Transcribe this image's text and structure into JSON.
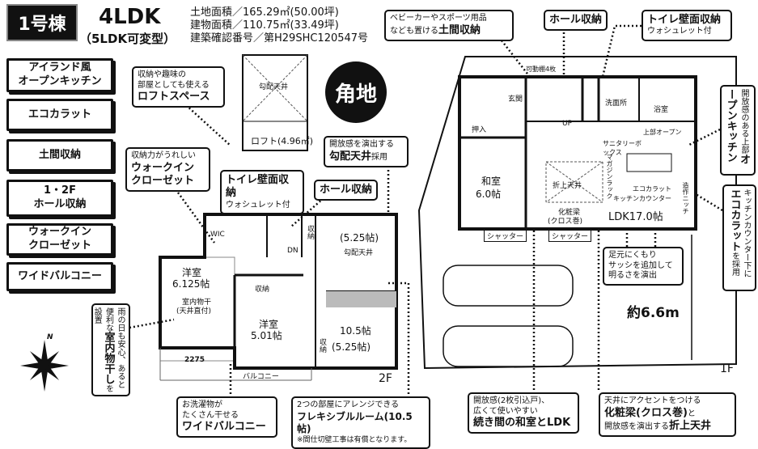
{
  "header": {
    "unit": "1号棟",
    "layout": "4LDK",
    "variant": "（5LDK可変型）",
    "land_area": "土地面積／165.29㎡(50.00坪)",
    "building_area": "建物面積／110.75㎡(33.49坪)",
    "permit": "建築確認番号／第H29SHC120547号",
    "corner_badge": "角地"
  },
  "features": [
    {
      "l1": "アイランド風",
      "l2": "オープンキッチン"
    },
    {
      "l1": "エコカラット",
      "l2": ""
    },
    {
      "l1": "土間収納",
      "l2": ""
    },
    {
      "l1": "1・2F",
      "l2": "ホール収納"
    },
    {
      "l1": "ウォークイン",
      "l2": "クローゼット"
    },
    {
      "l1": "ワイドバルコニー",
      "l2": ""
    }
  ],
  "callouts": {
    "loft": {
      "l1": "収納や趣味の",
      "l2": "部屋としても使える",
      "b": "ロフトスペース"
    },
    "doma": {
      "l1": "ベビーカーやスポーツ用品",
      "l2": "なども置ける",
      "b": "土間収納"
    },
    "hall1": {
      "b": "ホール収納"
    },
    "toilet1": {
      "b": "トイレ壁面収納",
      "l1": "ウォシュレット付"
    },
    "wic": {
      "l1": "収納力がうれしい",
      "b1": "ウォークイン",
      "b2": "クローゼット"
    },
    "toilet2": {
      "b": "トイレ壁面収納",
      "l1": "ウォシュレット付"
    },
    "hall2": {
      "b": "ホール収納"
    },
    "slope": {
      "l1": "開放感を演出する",
      "b": "勾配天井",
      "s": "採用"
    },
    "kitchen": {
      "l1": "開放感のある上部",
      "b": "オープンキッチン"
    },
    "ecocarat": {
      "l1": "キッチンカウンター下に",
      "b": "エコカラット",
      "s": "を採用"
    },
    "sash": {
      "l1": "足元にくもり",
      "l2": "サッシを追加して",
      "l3": "明るさを演出"
    },
    "drying": {
      "l1": "雨の日も安心、",
      "l2": "あると便利な",
      "b": "室内物干し",
      "s": "を設置"
    },
    "balcony": {
      "l1": "お洗濯物が",
      "l2": "たくさん干せる",
      "b": "ワイドバルコニー"
    },
    "flex": {
      "l1": "2つの部屋にアレンジできる",
      "b": "フレキシブルルーム(10.5帖)",
      "n": "※間仕切壁工事は有償となります。"
    },
    "washitsu": {
      "l1": "開放感(2枚引込戸)、",
      "l2": "広くて使いやすい",
      "b": "続き間の和室とLDK"
    },
    "beam": {
      "l1": "天井にアクセントをつける",
      "b": "化粧梁(クロス巻)",
      "s": "と",
      "l2": "開放感を演出する",
      "b2": "折上天井"
    }
  },
  "loft": {
    "label": "ロフト(4.96㎡)",
    "ceiling": "勾配天井"
  },
  "floor2": {
    "wic": "WIC",
    "storage": "収納",
    "dn": "DN",
    "r525": "(5.25帖)",
    "slope": "勾配天井",
    "west1": "洋室",
    "west1_size": "6.125帖",
    "drying": "室内物干",
    "drying2": "(天井直付)",
    "storage2": "収納",
    "west2": "洋室",
    "west2_size": "5.01帖",
    "storage3": "収納",
    "flex": "10.5帖",
    "flex2": "(5.25帖)",
    "dim": "2275",
    "balcony": "バルコニー",
    "floor": "2F"
  },
  "floor1": {
    "shelf": "可動棚4枚",
    "entrance": "玄関",
    "washroom": "洗面所",
    "bath": "浴室",
    "closet": "押入",
    "up": "UP",
    "washitsu": "和室",
    "washitsu_size": "6.0帖",
    "oriage": "折上天井",
    "beam": "化粧梁",
    "beam2": "(クロス巻)",
    "ldk": "LDK17.0帖",
    "shutter": "シャッター",
    "open": "上部オープン",
    "sanitary": "サニタリーボックス",
    "magazine": "マガジンラック",
    "eco": "エコカラット",
    "counter": "キッチンカウンター",
    "niche": "造作ニッチ",
    "width": "約6.6m",
    "floor": "1F"
  },
  "compass": {
    "n": "N"
  }
}
